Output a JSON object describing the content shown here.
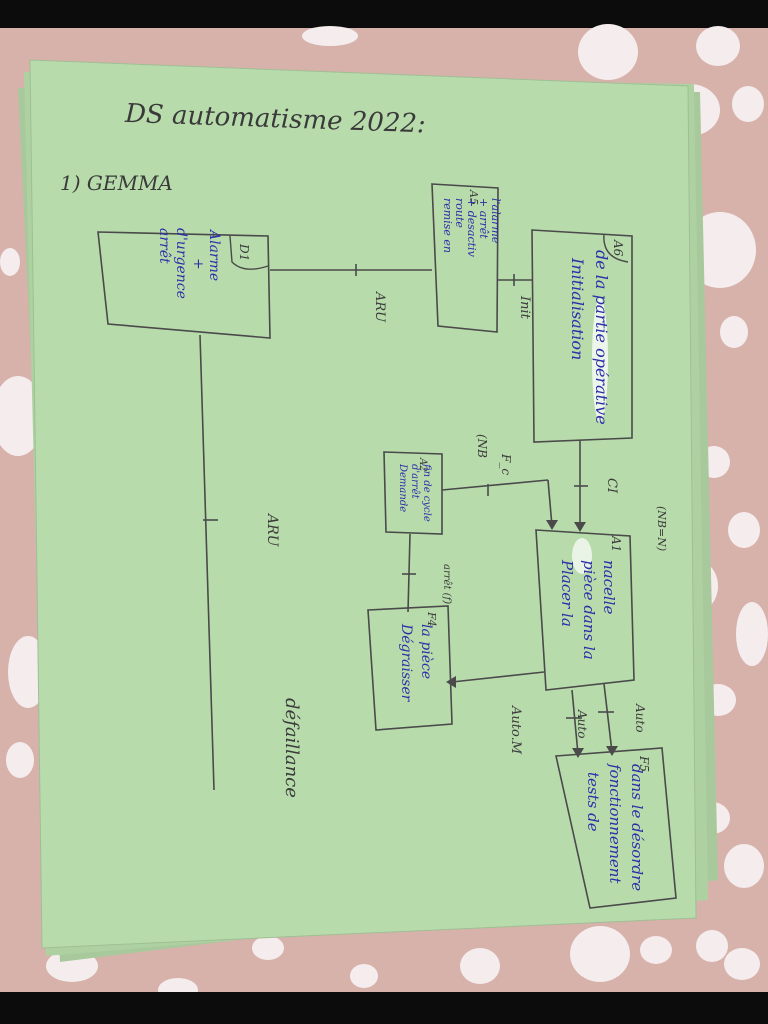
{
  "photo": {
    "subject": "handwritten GEMMA diagram on green paper",
    "tablecloth_color": "#d7b2ab",
    "paper_color": "#b8dbac",
    "ink_dark": "#3a3a3a",
    "ink_blue": "#2c2fa8"
  },
  "sheet": {
    "title": "DS automatisme 2022:",
    "section": "1) GEMMA"
  },
  "boxes": {
    "d1": {
      "tag": "D1",
      "lines": [
        "arrêt",
        "d'urgence",
        "+",
        "Alarme"
      ]
    },
    "a5": {
      "tag": "A5",
      "lines": [
        "remise en",
        "route",
        "+ desactiv",
        "+ arrêt",
        "l'alarme"
      ]
    },
    "a6": {
      "tag": "A6",
      "lines": [
        "Initialisation",
        "de la partie opérative"
      ]
    },
    "a2": {
      "tag": "A2",
      "lines": [
        "Demande",
        "d'arrêt",
        "fin de cycle"
      ]
    },
    "a1": {
      "tag": "A1",
      "lines": [
        "Placer la",
        "pièce dans la",
        "nacelle"
      ]
    },
    "f4": {
      "tag": "F4",
      "lines": [
        "Dégraisser",
        "la pièce"
      ]
    },
    "f5": {
      "tag": "F5",
      "lines": [
        "tests de",
        "fonctionnement",
        "dans le désordre"
      ]
    }
  },
  "transitions": {
    "aru_top": "ARU",
    "init": "Init",
    "aru_left": "ARU",
    "ci": "CI",
    "nb_n": "(NB=N)",
    "nb_fc": "(NB",
    "fc": "F_c",
    "arret_fc": "arrêt (f)",
    "auto_m": "Auto.M",
    "auto1": "Auto",
    "auto2": "Auto",
    "defaillance": "défaillance"
  }
}
